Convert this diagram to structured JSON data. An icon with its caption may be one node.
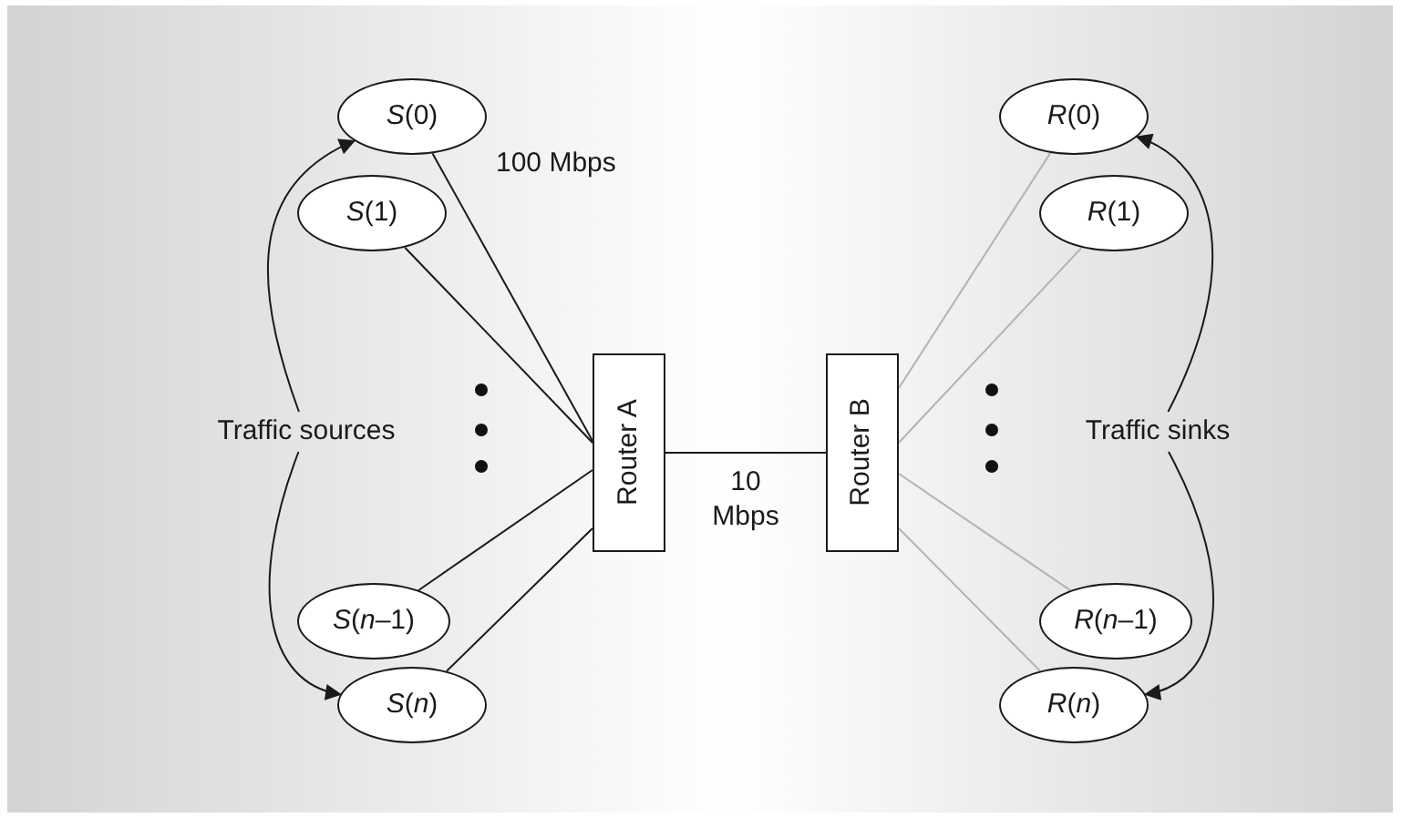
{
  "diagram": {
    "nodes": [
      {
        "text": [
          "*S*(0)"
        ]
      },
      {
        "text": [
          "*S*(1)"
        ]
      },
      {
        "text": [
          "*S*(*n*–1)"
        ]
      },
      {
        "text": [
          "*S*(*n*)"
        ]
      },
      {
        "text": [
          "Router A"
        ]
      },
      {
        "text": [
          "Router B"
        ]
      },
      {
        "text": [
          "*R*(0)"
        ]
      },
      {
        "text": [
          "*R*(1)"
        ]
      },
      {
        "text": [
          "*R*(*n*–1)"
        ]
      },
      {
        "text": [
          "*R*(*n*)"
        ]
      },
      {
        "text": [
          "Traffic sources"
        ]
      },
      {
        "text": [
          "Traffic sinks"
        ]
      }
    ],
    "edges": [
      {
        "from": 0,
        "to": 4,
        "arrow": "none",
        "label": "100 Mbps"
      },
      {
        "from": 1,
        "to": 4,
        "arrow": "none"
      },
      {
        "from": 2,
        "to": 4,
        "arrow": "none"
      },
      {
        "from": 3,
        "to": 4,
        "arrow": "none"
      },
      {
        "from": 4,
        "to": 5,
        "arrow": "none",
        "label": "10 Mbps"
      },
      {
        "from": 5,
        "to": 6,
        "arrow": "none",
        "color": "#b3b3b3"
      },
      {
        "from": 5,
        "to": 7,
        "arrow": "none",
        "color": "#b3b3b3"
      },
      {
        "from": 5,
        "to": 8,
        "arrow": "none",
        "color": "#b3b3b3"
      },
      {
        "from": 5,
        "to": 9,
        "arrow": "none",
        "color": "#b3b3b3"
      },
      {
        "from": 10,
        "to": 0,
        "arrow": "to"
      },
      {
        "from": 10,
        "to": 3,
        "arrow": "to"
      },
      {
        "from": 11,
        "to": 6,
        "arrow": "to"
      },
      {
        "from": 11,
        "to": 9,
        "arrow": "to"
      }
    ]
  }
}
